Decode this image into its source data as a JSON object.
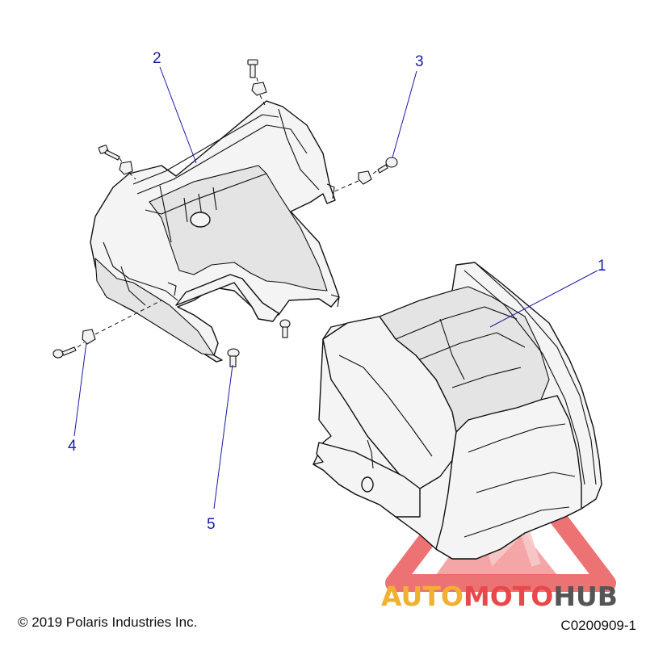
{
  "callouts": [
    {
      "number": "1"
    },
    {
      "number": "2"
    },
    {
      "number": "3"
    },
    {
      "number": "4"
    },
    {
      "number": "5"
    }
  ],
  "footer": {
    "copyright": "© 2019 Polaris Industries Inc.",
    "drawing_number": "C0200909-1"
  },
  "watermark": {
    "text_part1": "AUTO",
    "text_part2": "MOTO",
    "text_part3": "HUB",
    "color_primary": "#e8484a",
    "color_secondary": "#f0b030",
    "color_text_dark": "#555555"
  },
  "colors": {
    "callout": "#1a1aa8",
    "line_art": "#111111"
  }
}
